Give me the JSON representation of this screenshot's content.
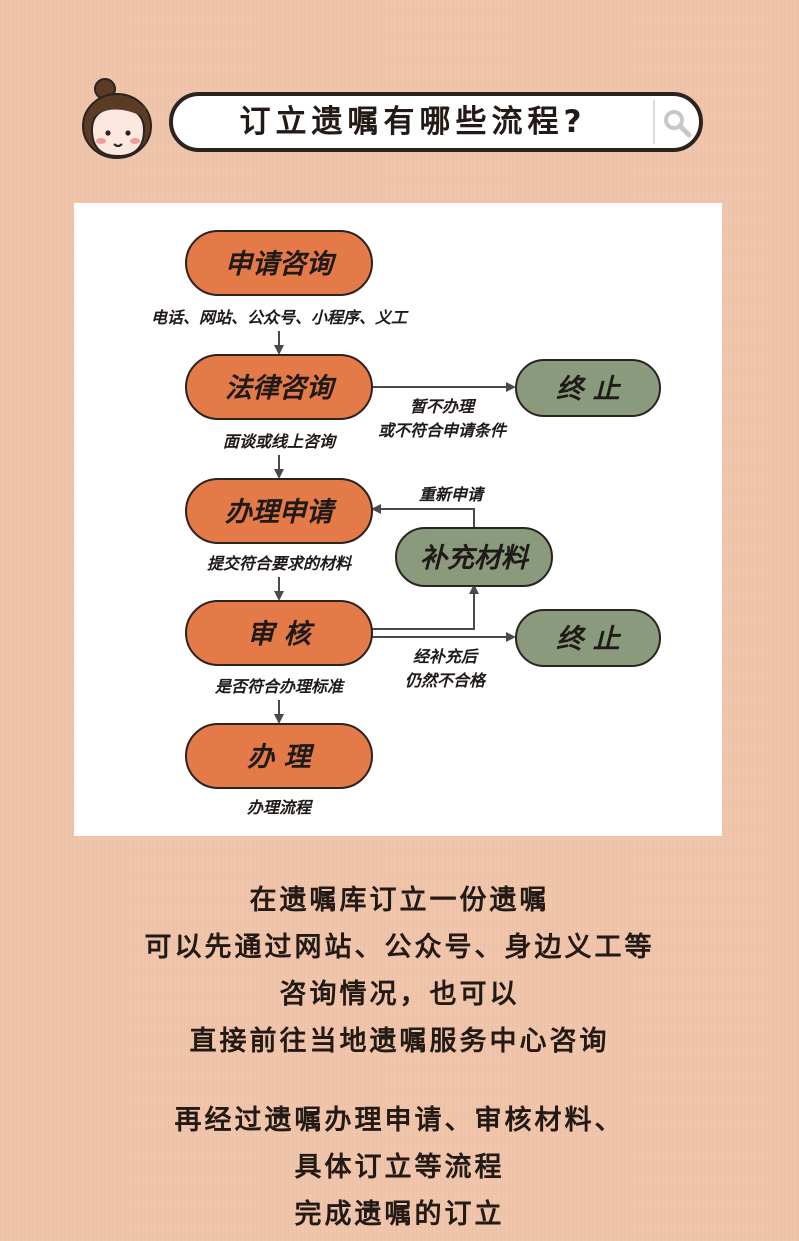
{
  "header": {
    "title": "订立遗嘱有哪些流程?",
    "search_icon": "search-icon"
  },
  "flow": {
    "nodes": {
      "apply_consult": "申请咨询",
      "legal_consult": "法律咨询",
      "apply_process": "办理申请",
      "review": "审 核",
      "handle": "办 理",
      "stop_1": "终 止",
      "stop_2": "终 止",
      "supplement": "补充材料"
    },
    "labels": {
      "channels": "电话、网站、公众号、小程序、义工",
      "interview": "面谈或线上咨询",
      "not_handle_1": "暂不办理",
      "not_handle_2": "或不符合申请条件",
      "submit": "提交符合要求的材料",
      "reapply": "重新申请",
      "check": "是否符合办理标准",
      "still_fail_1": "经补充后",
      "still_fail_2": "仍然不合格",
      "process": "办理流程"
    },
    "colors": {
      "primary_node": "#e47a48",
      "stop_node": "#8a9a7d",
      "outline": "#2a2320",
      "arrow": "#4a4a4a"
    }
  },
  "description": {
    "paragraph_1": [
      "在遗嘱库订立一份遗嘱",
      "可以先通过网站、公众号、身边义工等",
      "咨询情况，也可以",
      "直接前往当地遗嘱服务中心咨询"
    ],
    "paragraph_2": [
      "再经过遗嘱办理申请、审核材料、",
      "具体订立等流程",
      "完成遗嘱的订立"
    ]
  }
}
